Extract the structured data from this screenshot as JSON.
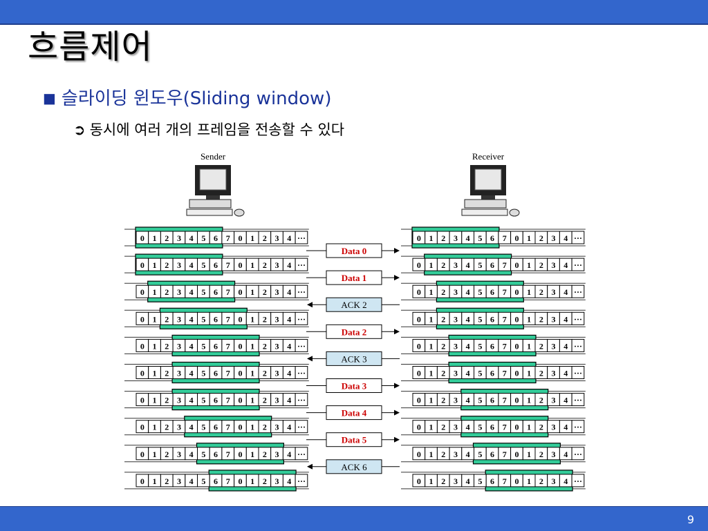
{
  "slide": {
    "title": "흐름제어",
    "bullet_level1_marker": "■",
    "bullet_level1": "슬라이딩 윈도우(Sliding window)",
    "bullet_level2_marker": "➲",
    "bullet_level2": "동시에 여러 개의 프레임을 전송할 수 있다",
    "page_number": "9"
  },
  "colors": {
    "bar": "#3366cc",
    "window_fill": "#33cc99",
    "data_text": "#cc0000",
    "ack_fill": "#cfe6f2"
  },
  "diagram": {
    "sender_label": "Sender",
    "receiver_label": "Receiver",
    "cells": [
      "0",
      "1",
      "2",
      "3",
      "4",
      "5",
      "6",
      "7",
      "0",
      "1",
      "2",
      "3",
      "4",
      "···"
    ],
    "rows": [
      {
        "sender_window_start": 0,
        "receiver_window_start": 0
      },
      {
        "sender_window_start": 0,
        "receiver_window_start": 1
      },
      {
        "sender_window_start": 1,
        "receiver_window_start": 2
      },
      {
        "sender_window_start": 2,
        "receiver_window_start": 2
      },
      {
        "sender_window_start": 3,
        "receiver_window_start": 3
      },
      {
        "sender_window_start": 3,
        "receiver_window_start": 3
      },
      {
        "sender_window_start": 3,
        "receiver_window_start": 4
      },
      {
        "sender_window_start": 4,
        "receiver_window_start": 4
      },
      {
        "sender_window_start": 5,
        "receiver_window_start": 5
      },
      {
        "sender_window_start": 6,
        "receiver_window_start": 6
      }
    ],
    "window_size": 7,
    "messages": [
      {
        "label": "Data 0",
        "kind": "data",
        "direction": "right"
      },
      {
        "label": "Data 1",
        "kind": "data",
        "direction": "right"
      },
      {
        "label": "ACK 2",
        "kind": "ack",
        "direction": "left"
      },
      {
        "label": "Data 2",
        "kind": "data",
        "direction": "right"
      },
      {
        "label": "ACK 3",
        "kind": "ack",
        "direction": "left"
      },
      {
        "label": "Data 3",
        "kind": "data",
        "direction": "right"
      },
      {
        "label": "Data 4",
        "kind": "data",
        "direction": "right"
      },
      {
        "label": "Data 5",
        "kind": "data",
        "direction": "right"
      },
      {
        "label": "ACK 6",
        "kind": "ack",
        "direction": "left"
      }
    ]
  }
}
